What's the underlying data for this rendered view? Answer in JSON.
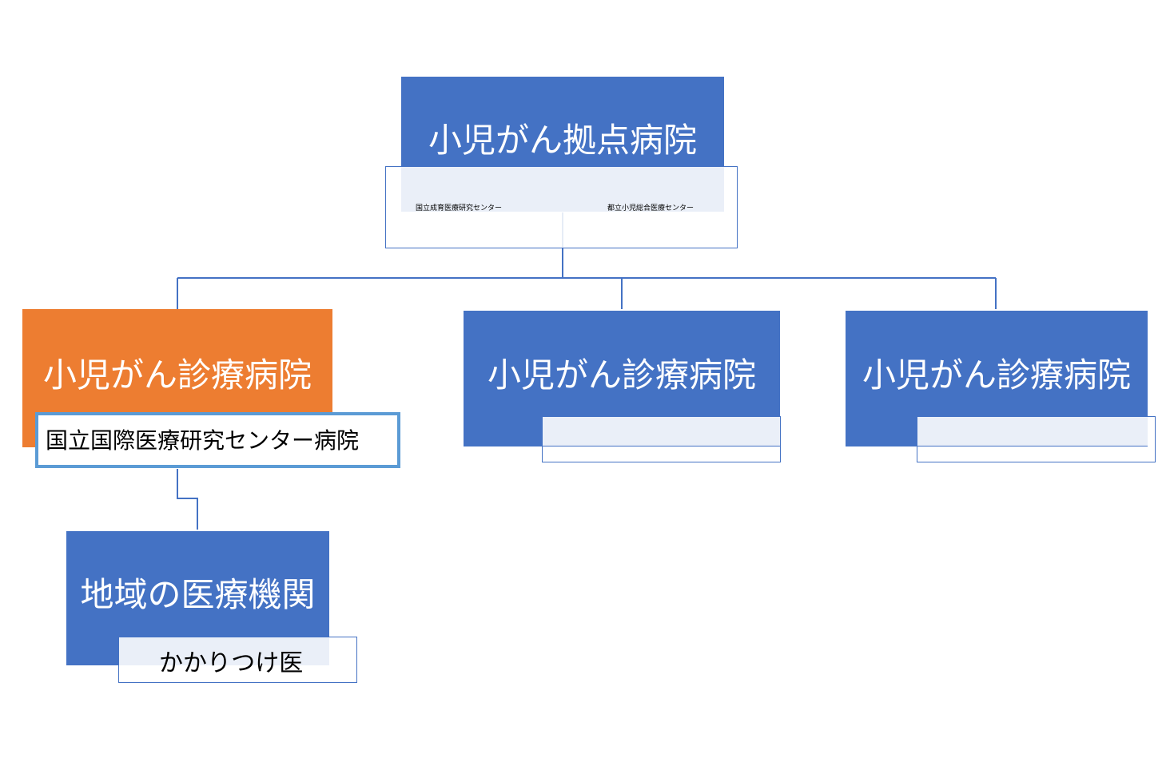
{
  "colors": {
    "primary": "#4472c4",
    "highlight": "#ed7d31",
    "sub_fill": "#eaeff8",
    "connector": "#4472c4",
    "text_on_box": "#ffffff",
    "text_sub": "#000000"
  },
  "top": {
    "label": "小児がん拠点病院",
    "sub_left": "国立成育医療研究センター",
    "sub_right": "都立小児総合医療センター"
  },
  "middle": [
    {
      "label": "小児がん診療病院",
      "sub": "国立国際医療研究センター病院",
      "highlighted": true
    },
    {
      "label": "小児がん診療病院",
      "sub": "",
      "highlighted": false
    },
    {
      "label": "小児がん診療病院",
      "sub": "",
      "highlighted": false
    }
  ],
  "bottom": {
    "label": "地域の医療機関",
    "sub": "かかりつけ医"
  }
}
